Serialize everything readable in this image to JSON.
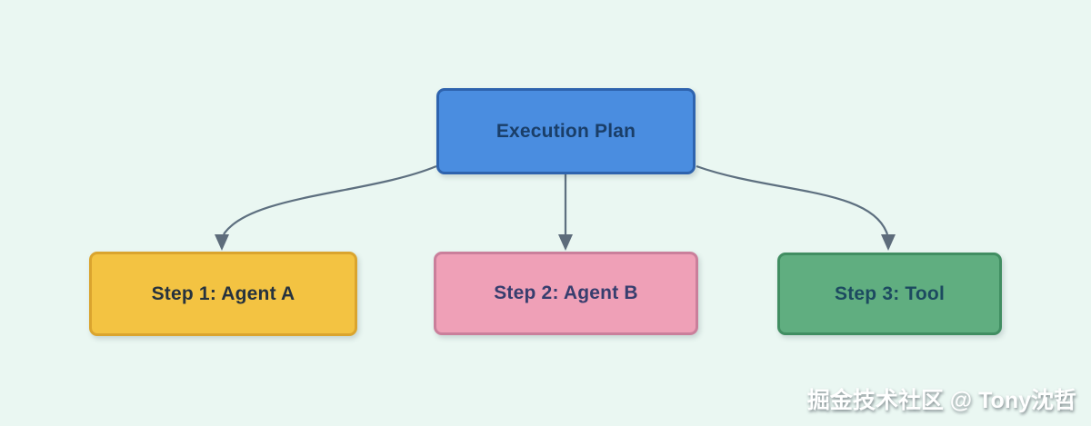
{
  "page": {
    "background_color": "#eaf7f2"
  },
  "diagram": {
    "title_node": "Execution Plan",
    "connector_color": "#5e7080",
    "arrowhead_color": "#5d6c7b",
    "nodes": [
      {
        "id": "plan",
        "label": "Execution Plan",
        "fill": "#4a8de0",
        "border": "#2e63ae",
        "text_color": "#1a3e68"
      },
      {
        "id": "step1",
        "label": "Step 1: Agent A",
        "fill": "#f3c342",
        "border": "#daa42e",
        "text_color": "#26323e"
      },
      {
        "id": "step2",
        "label": "Step 2: Agent B",
        "fill": "#efa0b7",
        "border": "#ca7f9b",
        "text_color": "#373e6e"
      },
      {
        "id": "step3",
        "label": "Step 3: Tool",
        "fill": "#60ae80",
        "border": "#418e62",
        "text_color": "#1c4a60"
      }
    ],
    "edges": [
      {
        "from": "plan",
        "to": "step1"
      },
      {
        "from": "plan",
        "to": "step2"
      },
      {
        "from": "plan",
        "to": "step3"
      }
    ]
  },
  "watermark": {
    "text": "掘金技术社区 @ Tony沈哲"
  }
}
